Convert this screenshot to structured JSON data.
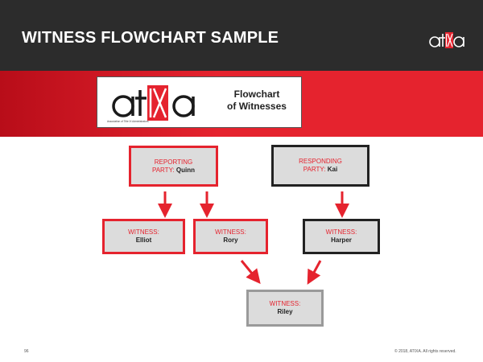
{
  "slide": {
    "title": "WITNESS FLOWCHART SAMPLE",
    "number": "96",
    "copyright": "© 2018, ATIXA. All rights reserved."
  },
  "logo": {
    "text": "atIXa",
    "tagline": "Association of Title IX Administrators",
    "caption_line1": "Flowchart",
    "caption_line2": "of Witnesses"
  },
  "flowchart": {
    "reporting": {
      "role_line1": "REPORTING",
      "role_line2": "PARTY:",
      "name": "Quinn"
    },
    "responding": {
      "role_line1": "RESPONDING",
      "role_line2": "PARTY:",
      "name": "Kai"
    },
    "witness_label": "WITNESS:",
    "witnesses": [
      "Elliot",
      "Rory",
      "Harper",
      "Riley"
    ]
  },
  "colors": {
    "title_bar": "#2c2c2c",
    "accent_red": "#e5232e",
    "box_fill": "#dcdcdc",
    "responding_border": "#222222",
    "shared_witness_border": "#9a9a9a"
  },
  "icons": [
    "atixa-logo",
    "arrow-down-icon",
    "arrow-diagonal-icon"
  ]
}
